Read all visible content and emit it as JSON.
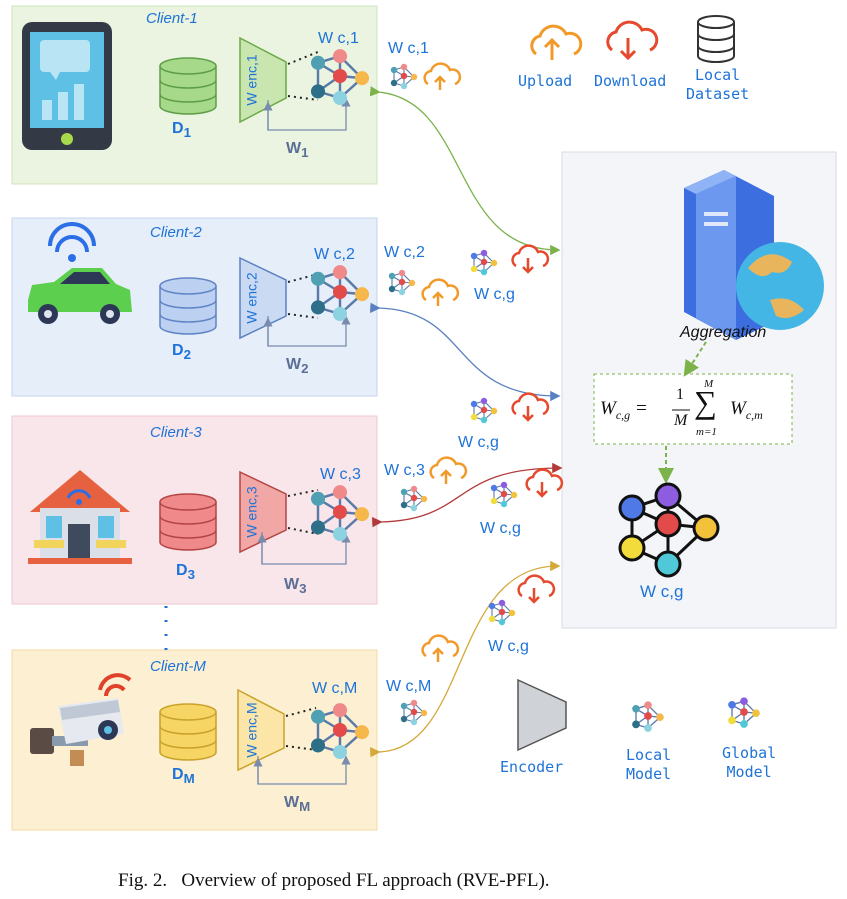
{
  "legend": {
    "upload": "Upload",
    "download": "Download",
    "local_dataset": "Local\nDataset",
    "encoder": "Encoder",
    "local_model": "Local\nModel",
    "global_model": "Global\nModel"
  },
  "clients": [
    {
      "title": "Client-1",
      "data": "D",
      "data_sub": "1",
      "enc": "W enc,1",
      "wc": "W c,1",
      "w": "W",
      "w_sub": "1",
      "side_wc": "W c,1"
    },
    {
      "title": "Client-2",
      "data": "D",
      "data_sub": "2",
      "enc": "W enc,2",
      "wc": "W c,2",
      "w": "W",
      "w_sub": "2",
      "side_wc": "W c,2"
    },
    {
      "title": "Client-3",
      "data": "D",
      "data_sub": "3",
      "enc": "W enc,3",
      "wc": "W c,3",
      "w": "W",
      "w_sub": "3",
      "side_wc": "W c,3"
    },
    {
      "title": "Client-M",
      "data": "D",
      "data_sub": "M",
      "enc": "W enc,M",
      "wc": "W c,M",
      "w": "W",
      "w_sub": "M",
      "side_wc": "W c,M"
    }
  ],
  "server": {
    "aggregation": "Aggregation",
    "formula_lhs": "W",
    "formula_lhs_sub": "c,g",
    "formula_frac_num": "1",
    "formula_frac_den": "M",
    "formula_sum_top": "M",
    "formula_sum_bottom": "m=1",
    "formula_rhs": "W",
    "formula_rhs_sub": "c,m",
    "global_label": "W c,g"
  },
  "global_labels": [
    "W c,g",
    "W c,g",
    "W c,g",
    "W c,g"
  ],
  "caption": "Fig. 2.   Overview of proposed FL approach (RVE-PFL).",
  "colors": {
    "client1_bg": "#eaf4e0",
    "client2_bg": "#e6eef9",
    "client3_bg": "#f9e6ea",
    "clientM_bg": "#fdf0d2",
    "server_bg": "#f3f5f8",
    "accent_blue": "#1e73d8"
  }
}
